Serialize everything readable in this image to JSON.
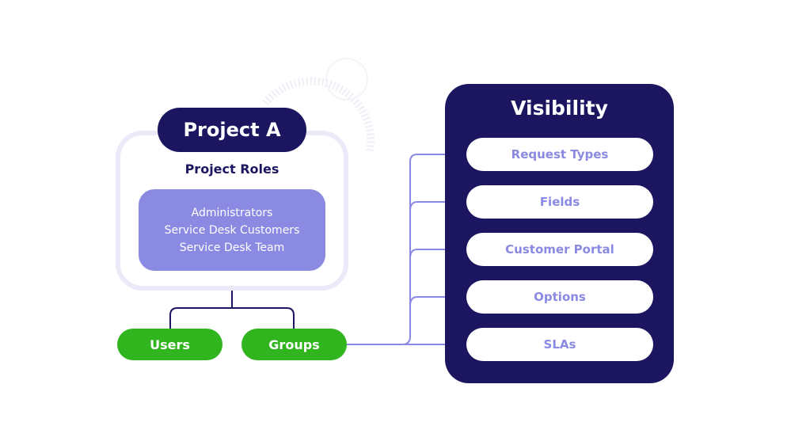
{
  "project": {
    "title": "Project A",
    "roles_heading": "Project Roles",
    "roles": [
      "Administrators",
      "Service Desk Customers",
      "Service Desk Team"
    ]
  },
  "principals": {
    "users": "Users",
    "groups": "Groups"
  },
  "visibility": {
    "title": "Visibility",
    "items": [
      "Request Types",
      "Fields",
      "Customer Portal",
      "Options",
      "SLAs"
    ]
  },
  "colors": {
    "navy": "#1c1660",
    "lavender": "#8b8ae2",
    "green": "#31b51f",
    "box_border": "#ebeaf8"
  }
}
